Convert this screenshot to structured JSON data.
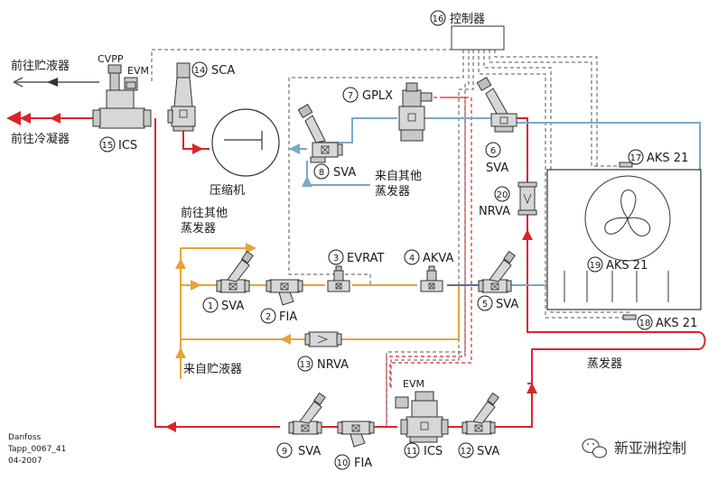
{
  "colors": {
    "red_line": "#d9262b",
    "orange_line": "#e8a33a",
    "blue_line": "#7aa8c8",
    "dashed_line": "#555555",
    "valve_body": "#d7d7d7"
  },
  "components": {
    "c1": {
      "num": "1",
      "label": "SVA"
    },
    "c2": {
      "num": "2",
      "label": "FIA"
    },
    "c3": {
      "num": "3",
      "label": "EVRAT"
    },
    "c4": {
      "num": "4",
      "label": "AKVA"
    },
    "c5": {
      "num": "5",
      "label": "SVA"
    },
    "c6": {
      "num": "6",
      "label": "SVA"
    },
    "c7": {
      "num": "7",
      "label": "GPLX"
    },
    "c8": {
      "num": "8",
      "label": "SVA"
    },
    "c9": {
      "num": "9",
      "label": "SVA"
    },
    "c10": {
      "num": "10",
      "label": "FIA"
    },
    "c11": {
      "num": "11",
      "label": "ICS"
    },
    "c12": {
      "num": "12",
      "label": "SVA"
    },
    "c13": {
      "num": "13",
      "label": "NRVA"
    },
    "c14": {
      "num": "14",
      "label": "SCA"
    },
    "c15": {
      "num": "15",
      "label": "ICS"
    },
    "c16": {
      "num": "16",
      "label": "控制器"
    },
    "c17": {
      "num": "17",
      "label": "AKS 21"
    },
    "c18": {
      "num": "18",
      "label": "AKS 21"
    },
    "c19": {
      "num": "19",
      "label": "AKS 21"
    },
    "c20": {
      "num": "20",
      "label": "NRVA"
    }
  },
  "labels": {
    "cvpp": "CVPP",
    "evm_top": "EVM",
    "evm_bottom": "EVM",
    "to_receiver": "前往贮液器",
    "to_condenser": "前往冷凝器",
    "compressor": "压缩机",
    "from_other_evap_1": "来自其他",
    "from_other_evap_2": "蒸发器",
    "to_other_evap_1": "前往其他",
    "to_other_evap_2": "蒸发器",
    "from_receiver": "来自贮液器",
    "evaporator": "蒸发器"
  },
  "footer": {
    "line1": "Danfoss",
    "line2": "Tapp_0067_41",
    "line3": "04-2007"
  },
  "watermark": {
    "text": "新亚洲控制",
    "icon": "wechat-icon"
  }
}
